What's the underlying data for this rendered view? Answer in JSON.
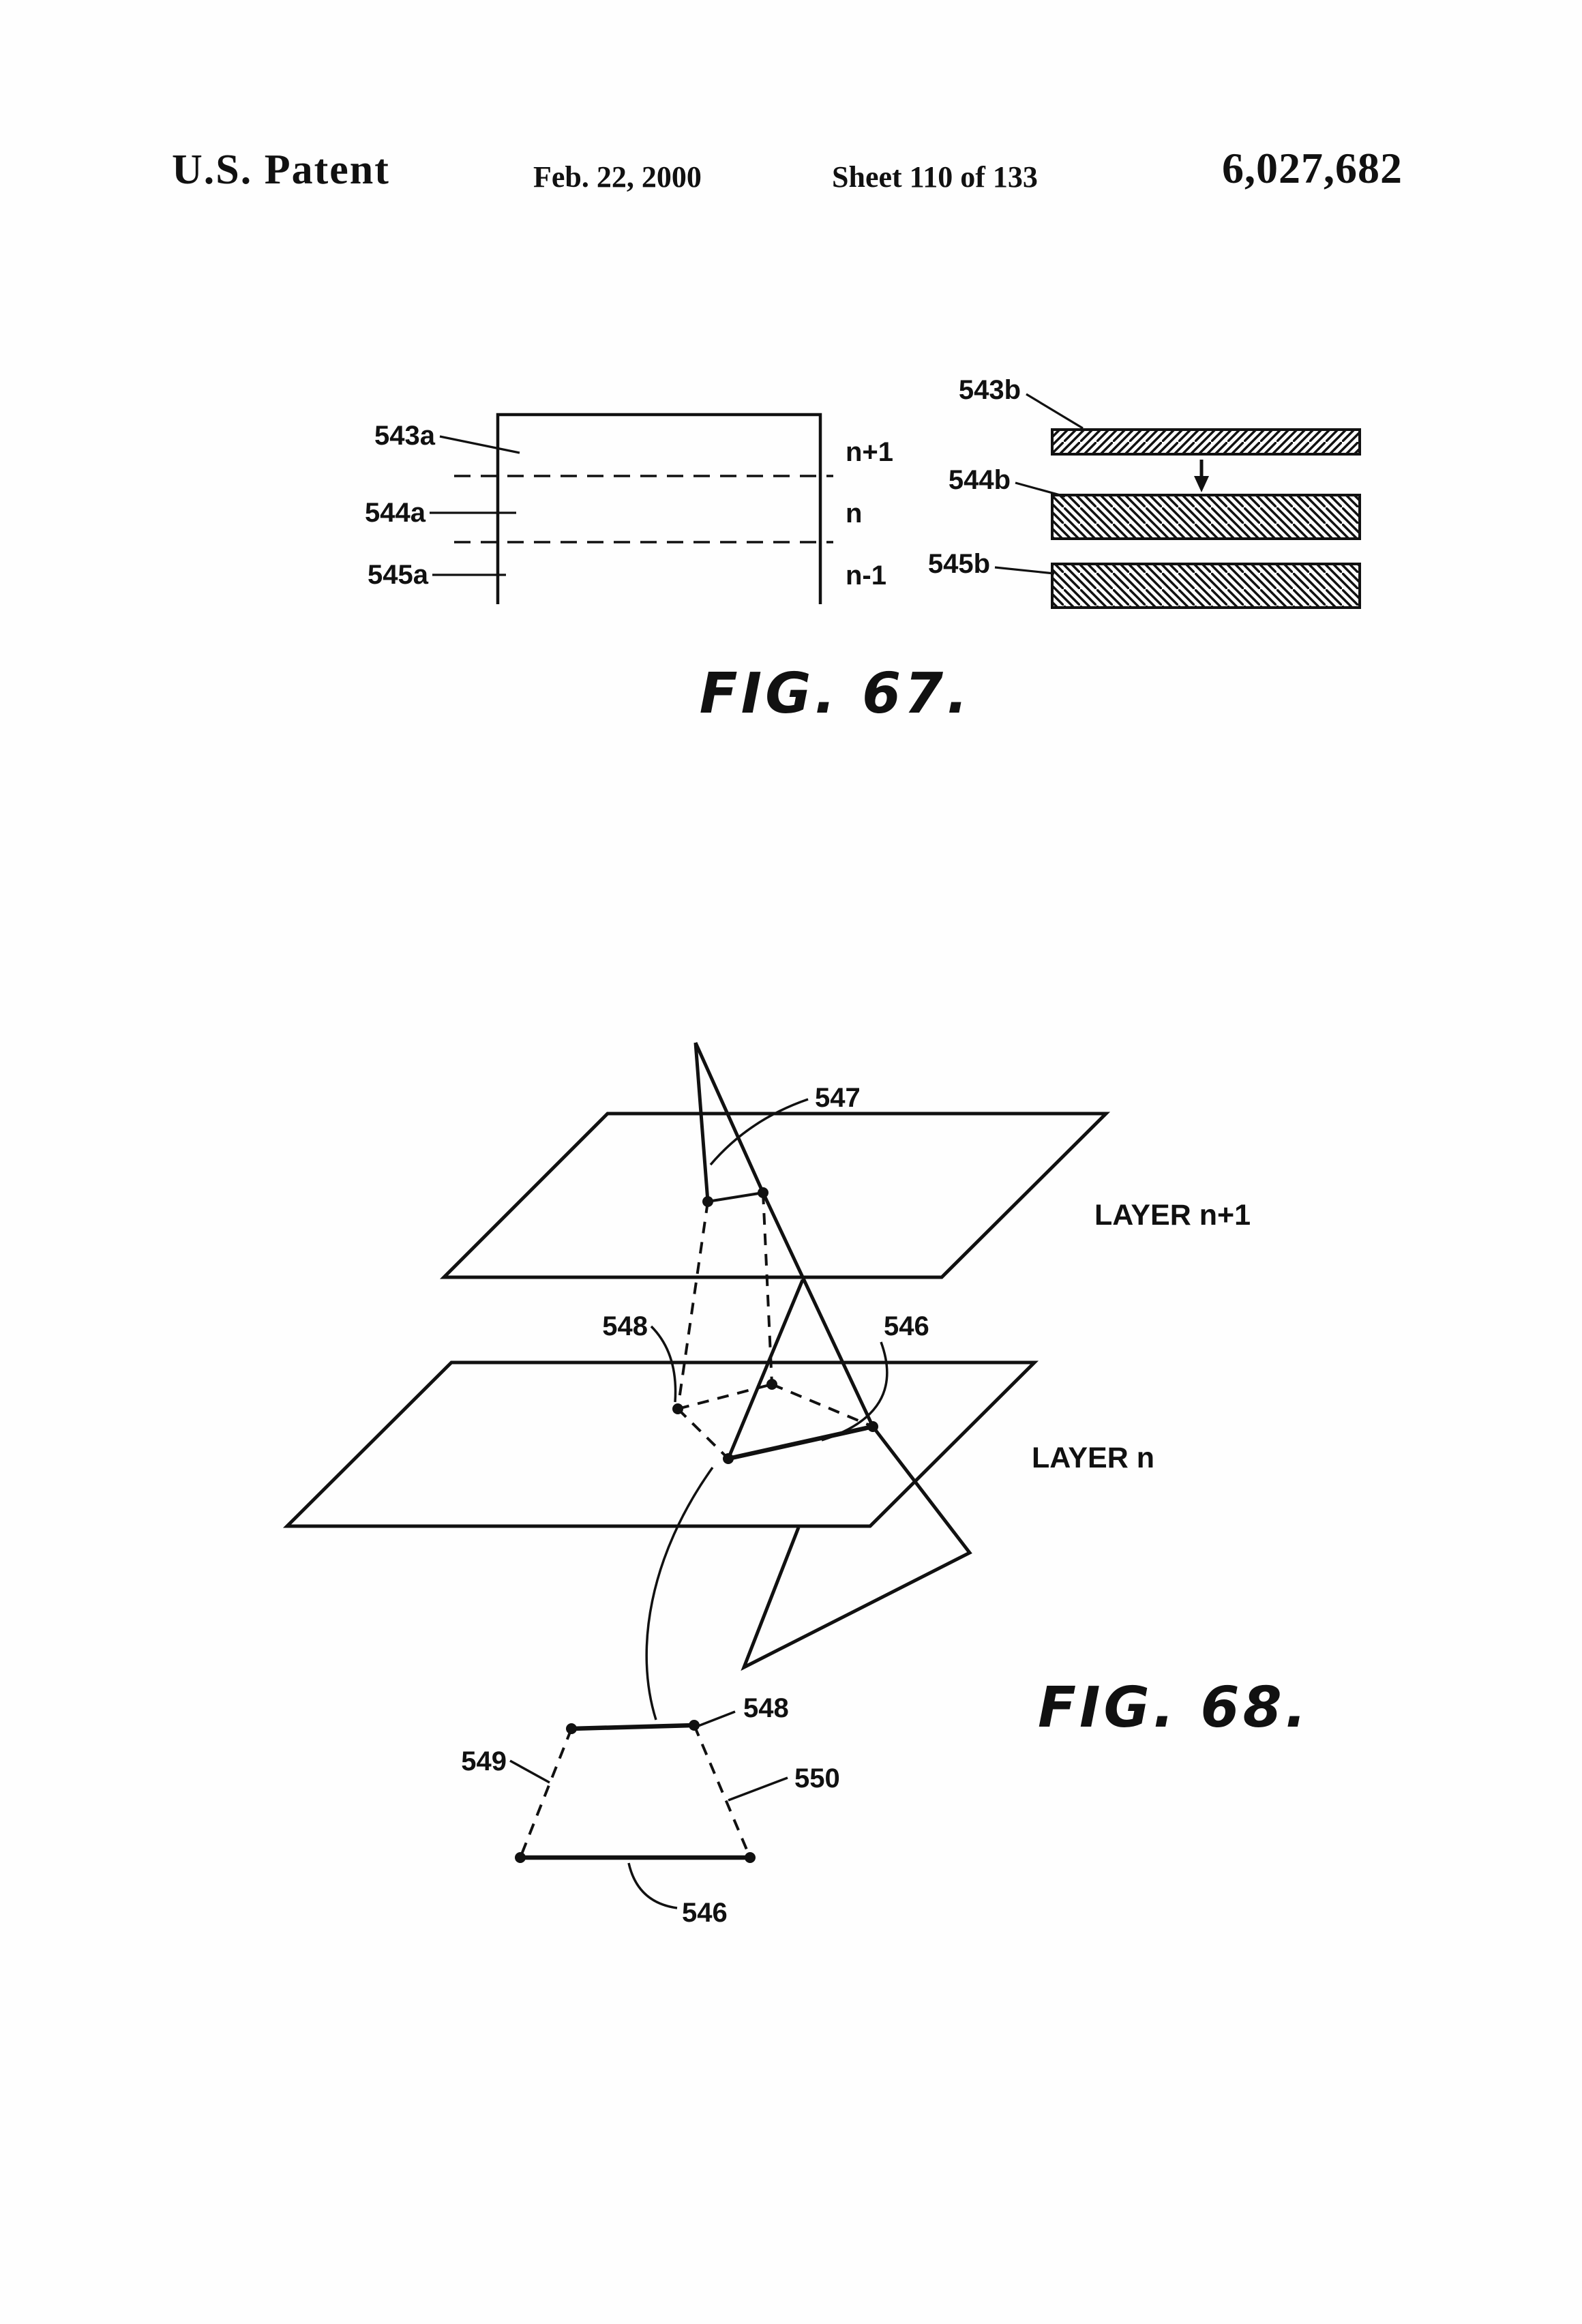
{
  "header": {
    "title": "U.S. Patent",
    "date": "Feb. 22, 2000",
    "sheet_info": "Sheet 110 of 133",
    "patent_number": "6,027,682"
  },
  "fig67": {
    "caption": "FIG. 67.",
    "labels": {
      "l543a": "543a",
      "l544a": "544a",
      "l545a": "545a",
      "n_plus_1": "n+1",
      "n": "n",
      "n_minus_1": "n-1",
      "l543b": "543b",
      "l544b": "544b",
      "l545b": "545b"
    }
  },
  "fig68": {
    "caption": "FIG. 68.",
    "labels": {
      "l547": "547",
      "l548_upper": "548",
      "l546_upper": "546",
      "layer_n_plus_1": "LAYER n+1",
      "layer_n": "LAYER n",
      "l548_lower": "548",
      "l549": "549",
      "l550": "550",
      "l546_lower": "546"
    }
  }
}
